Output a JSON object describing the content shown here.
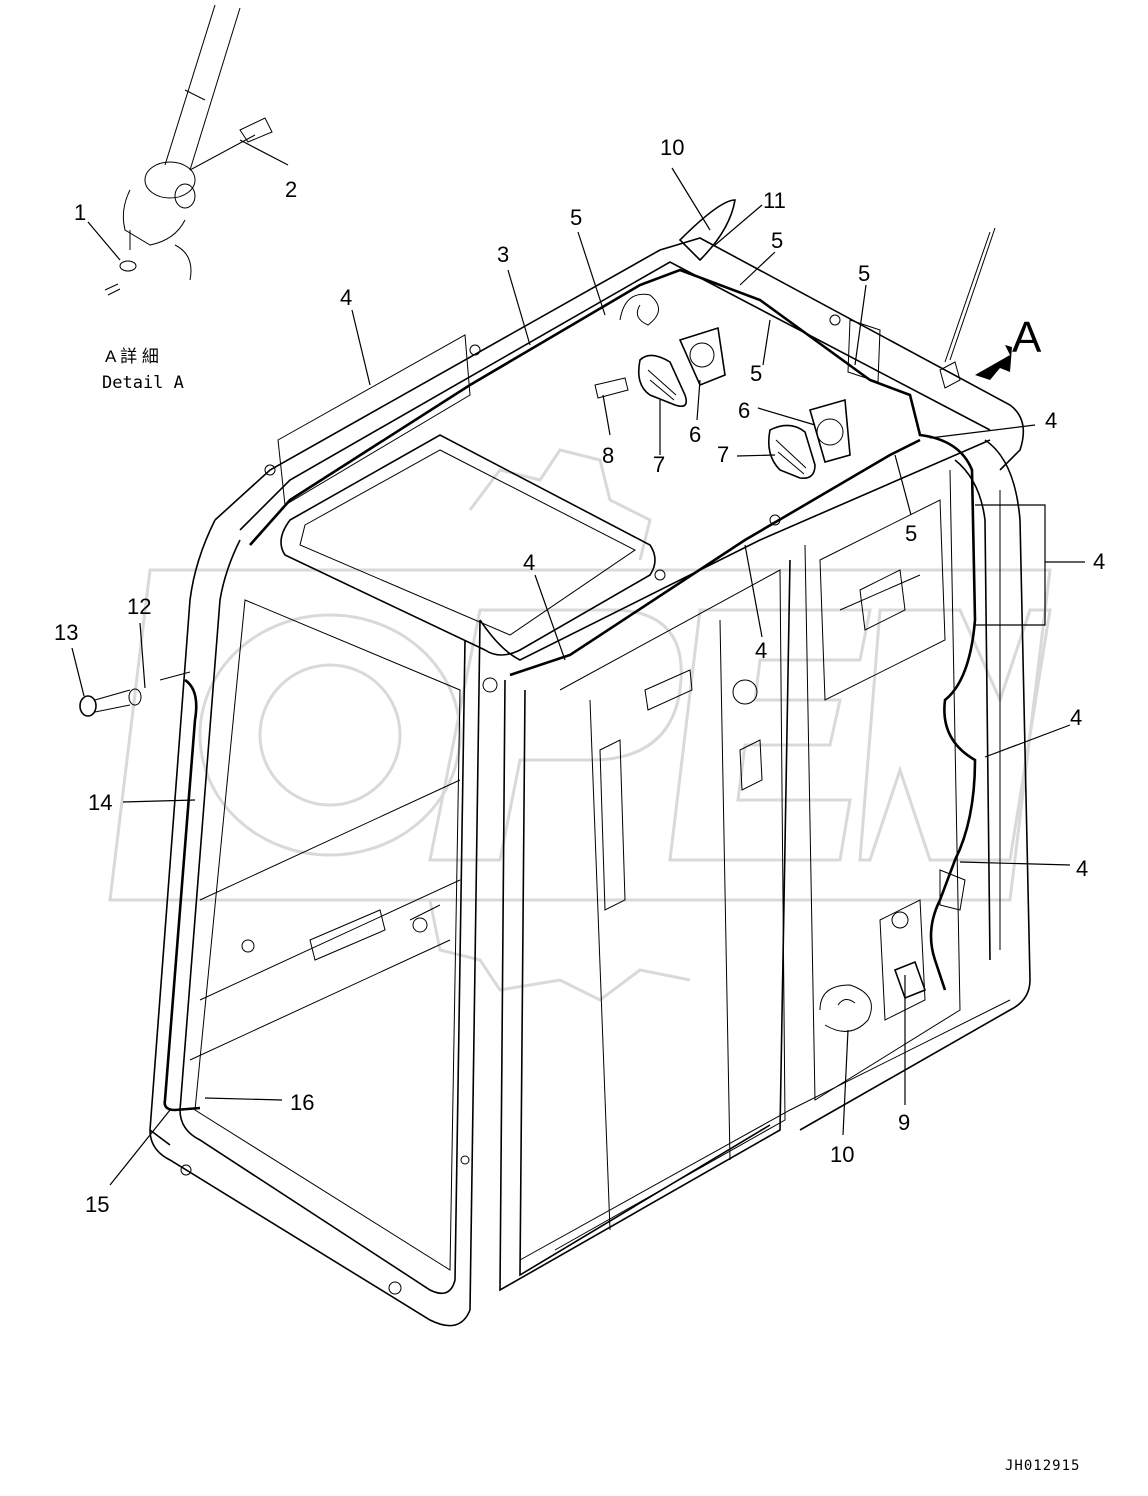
{
  "drawing": {
    "detail": {
      "title_jp": "A 詳 細",
      "title_en": "Detail A",
      "view_letter": "A"
    },
    "drawing_code": "JH012915",
    "callouts": [
      {
        "id": "c1",
        "text": "1"
      },
      {
        "id": "c2",
        "text": "2"
      },
      {
        "id": "c3",
        "text": "3"
      },
      {
        "id": "c4a",
        "text": "4"
      },
      {
        "id": "c4b",
        "text": "4"
      },
      {
        "id": "c4c",
        "text": "4"
      },
      {
        "id": "c4d",
        "text": "4"
      },
      {
        "id": "c4e",
        "text": "4"
      },
      {
        "id": "c4f",
        "text": "4"
      },
      {
        "id": "c4g",
        "text": "4"
      },
      {
        "id": "c5a",
        "text": "5"
      },
      {
        "id": "c5b",
        "text": "5"
      },
      {
        "id": "c5c",
        "text": "5"
      },
      {
        "id": "c5d",
        "text": "5"
      },
      {
        "id": "c5e",
        "text": "5"
      },
      {
        "id": "c6a",
        "text": "6"
      },
      {
        "id": "c6b",
        "text": "6"
      },
      {
        "id": "c7a",
        "text": "7"
      },
      {
        "id": "c7b",
        "text": "7"
      },
      {
        "id": "c8",
        "text": "8"
      },
      {
        "id": "c9",
        "text": "9"
      },
      {
        "id": "c10a",
        "text": "10"
      },
      {
        "id": "c10b",
        "text": "10"
      },
      {
        "id": "c11",
        "text": "11"
      },
      {
        "id": "c12",
        "text": "12"
      },
      {
        "id": "c13",
        "text": "13"
      },
      {
        "id": "c14",
        "text": "14"
      },
      {
        "id": "c15",
        "text": "15"
      },
      {
        "id": "c16",
        "text": "16"
      }
    ],
    "colors": {
      "line": "#000000",
      "watermark": "#d9d9d9",
      "background": "#ffffff"
    }
  }
}
